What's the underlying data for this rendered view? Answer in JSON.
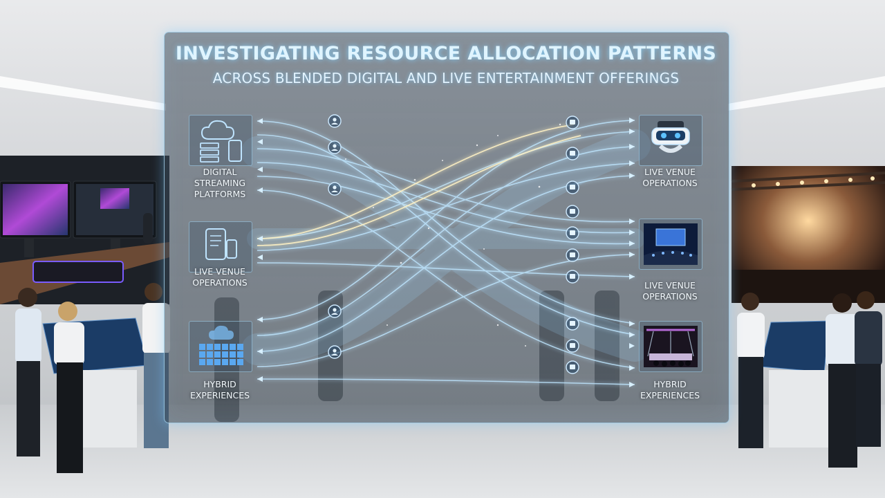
{
  "title": {
    "line1": "INVESTIGATING RESOURCE ALLOCATION PATTERNS",
    "line2": "ACROSS BLENDED DIGITAL AND LIVE ENTERTAINMENT OFFERINGS"
  },
  "left_nodes": [
    {
      "label": "DIGITAL\nSTREAMING\nPLATFORMS",
      "icon": "cloud-server-icon"
    },
    {
      "label": "LIVE VENUE\nOPERATIONS",
      "icon": "tablet-phone-icon"
    },
    {
      "label": "HYBRID\nEXPERIENCES",
      "icon": "cloud-grid-icon"
    }
  ],
  "right_nodes": [
    {
      "label": "LIVE VENUE\nOPERATIONS",
      "icon": "vr-headset-icon"
    },
    {
      "label": "LIVE VENUE\nOPERATIONS",
      "icon": "venue-screen-icon"
    },
    {
      "label": "HYBRID\nEXPERIENCES",
      "icon": "concert-stage-icon"
    }
  ],
  "colors": {
    "flow": "#9fd8ff",
    "flow_highlight": "#fff2c4",
    "panel_glow": "#78c8ff"
  }
}
